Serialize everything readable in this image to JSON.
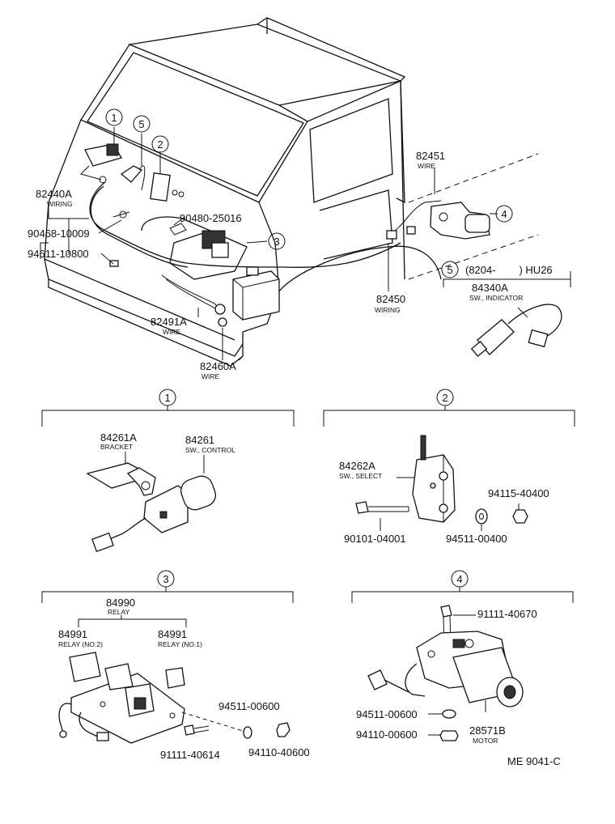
{
  "callouts": {
    "c1": "1",
    "c2": "2",
    "c3": "3",
    "c4": "4",
    "c5": "5"
  },
  "overview": {
    "p82451": "82451",
    "p82451_d": "WIRE",
    "p82440A": "82440A",
    "p82440A_d": "WIRING",
    "p90468": "90468-10009",
    "p94611": "94611-10800",
    "p90480": "90480-25016",
    "p82491A": "82491A",
    "p82491A_d": "WIRE",
    "p82460A": "82460A",
    "p82460A_d": "WIRE",
    "p82450": "82450",
    "p82450_d": "WIRING",
    "note5": "(8204-        ) HU26",
    "p84340A": "84340A",
    "p84340A_d": "SW., INDICATOR"
  },
  "detail1": {
    "p84261A": "84261A",
    "p84261A_d": "BRACKET",
    "p84261": "84261",
    "p84261_d": "SW., CONTROL"
  },
  "detail2": {
    "p84262A": "84262A",
    "p84262A_d": "SW., SELECT",
    "p94115": "94115-40400",
    "p90101": "90101-04001",
    "p94511": "94511-00400"
  },
  "detail3": {
    "p84990": "84990",
    "p84990_d": "RELAY",
    "p84991a": "84991",
    "p84991a_d": "RELAY (NO.2)",
    "p84991b": "84991",
    "p84991b_d": "RELAY (NO.1)",
    "p94511": "94511-00600",
    "p91111": "91111-40614",
    "p94110": "94110-40600"
  },
  "detail4": {
    "p91111": "91111-40670",
    "p94511": "94511-00600",
    "p94110": "94110-00600",
    "p28571B": "28571B",
    "p28571B_d": "MOTOR"
  },
  "footer": {
    "code": "ME 9041-C"
  }
}
